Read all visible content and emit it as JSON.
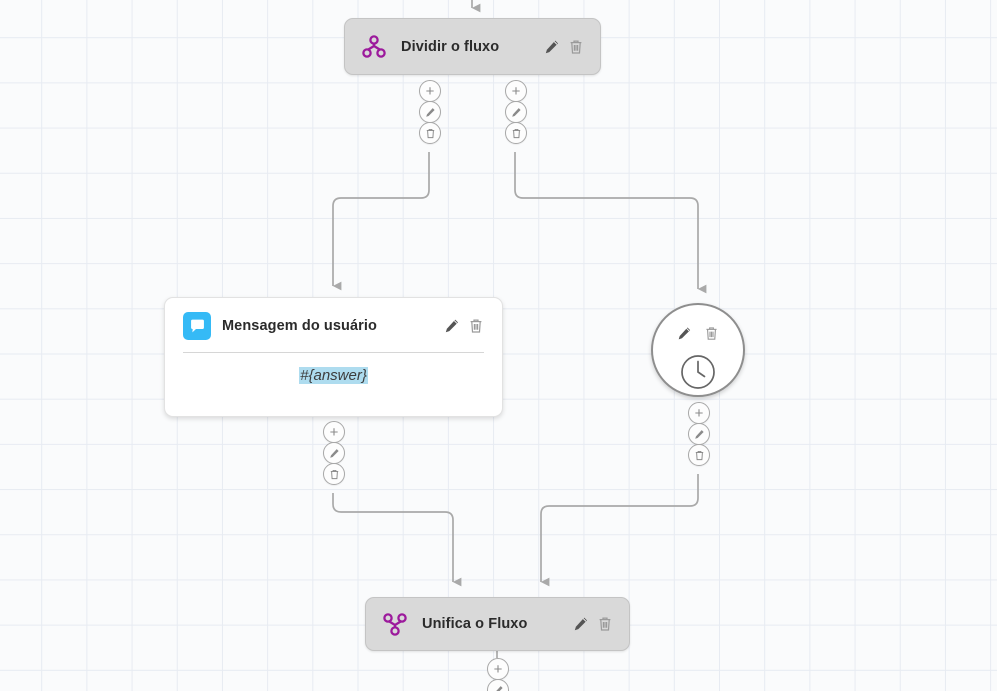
{
  "canvas": {
    "label": "flow-editor-canvas",
    "grid": true,
    "background_color": "#fafbfc",
    "grid_color": "#e7ebf2"
  },
  "colors": {
    "accent_purple": "#9c1a9c",
    "accent_blue": "#35baf6",
    "token_highlight": "#aedcef",
    "node_gray": "#d9d9d9",
    "edge_gray": "#a9a9a9"
  },
  "nodes": [
    {
      "id": "split",
      "type": "split-flow",
      "title": "Dividir o fluxo",
      "icon": "split-branch-icon",
      "style": "gray-box",
      "edit_label": "Editar",
      "delete_label": "Excluir"
    },
    {
      "id": "user-message",
      "type": "user-message",
      "title": "Mensagem do usuário",
      "icon": "chat-bubble-icon",
      "style": "white-card",
      "body_token": "#{answer}",
      "edit_label": "Editar",
      "delete_label": "Excluir"
    },
    {
      "id": "delay",
      "type": "delay",
      "title": "",
      "icon": "clock-icon",
      "style": "circle",
      "edit_label": "Editar",
      "delete_label": "Excluir"
    },
    {
      "id": "merge",
      "type": "merge-flow",
      "title": "Unifica o Fluxo",
      "icon": "merge-branch-icon",
      "style": "gray-box",
      "edit_label": "Editar",
      "delete_label": "Excluir"
    }
  ],
  "connector_actions": {
    "add_label": "+",
    "add_name": "add-node-button",
    "edit_name": "edit-connector-button",
    "delete_name": "delete-connector-button"
  }
}
